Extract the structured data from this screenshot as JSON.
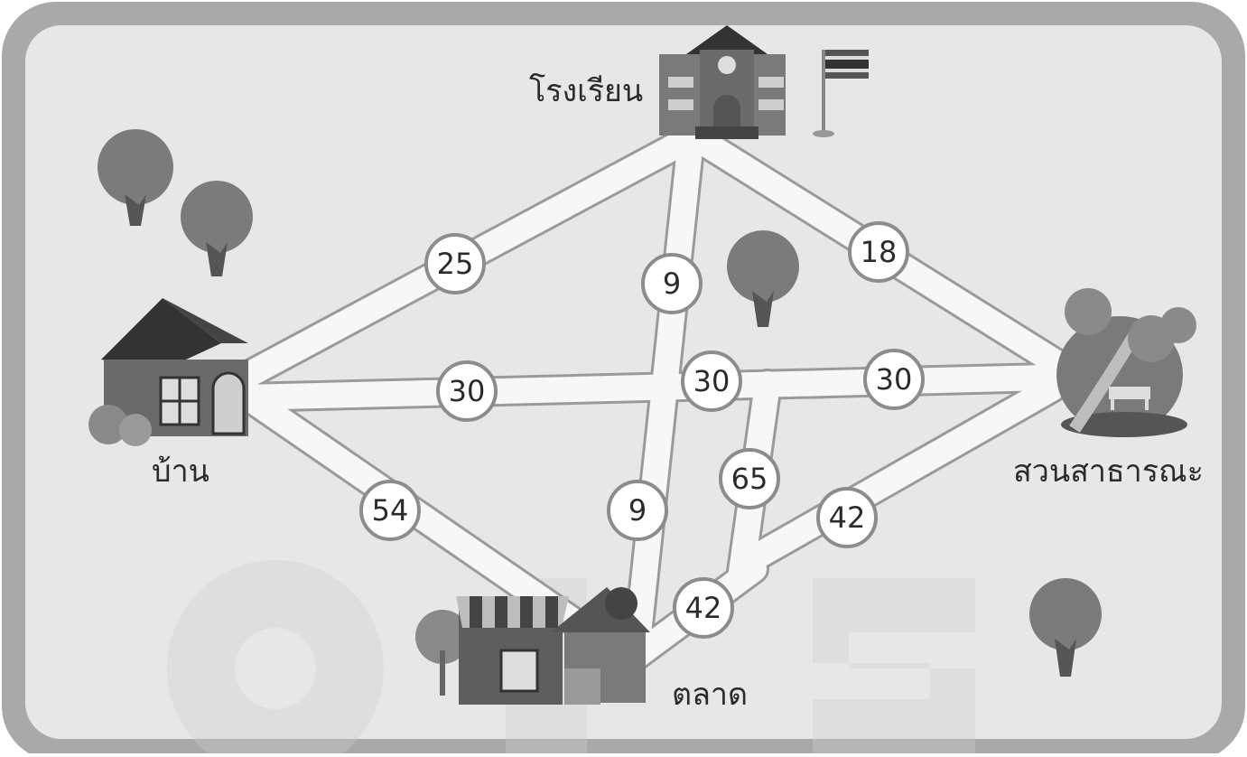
{
  "places": {
    "school": "โรงเรียน",
    "home": "บ้าน",
    "park": "สวนสาธารณะ",
    "market": "ตลาด"
  },
  "distances": {
    "home_school": "25",
    "school_cross_road": "9",
    "school_park": "18",
    "home_row_left": "30",
    "center_row_mid": "30",
    "center_row_right": "30",
    "home_market": "54",
    "lower_vertical": "9",
    "branch_vertical": "65",
    "park_lower": "42",
    "market_upper": "42"
  },
  "colors": {
    "frame": "#a9a9a9",
    "field": "#e7e7e7",
    "road": "#f7f7f7",
    "road_edge": "#9a9a9a",
    "badge_border": "#8c8c8c"
  }
}
